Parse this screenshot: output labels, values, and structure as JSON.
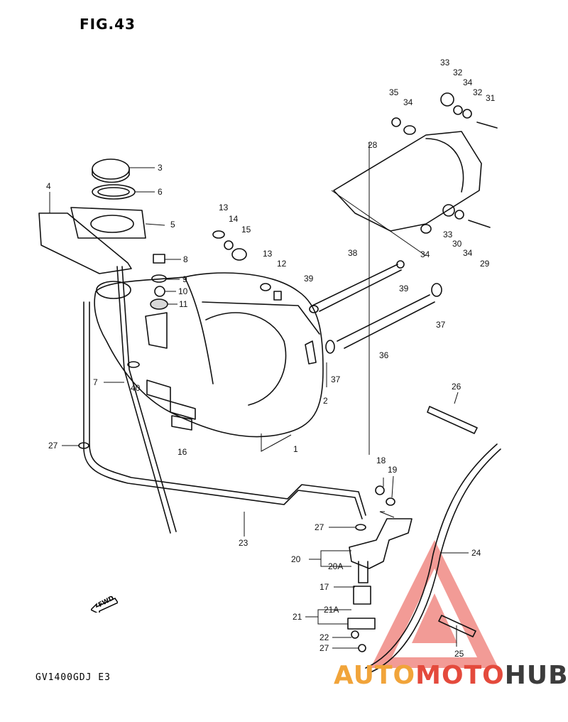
{
  "figure": {
    "title": "FIG.43",
    "model": "GV1400GDJ E3"
  },
  "callouts": [
    "1",
    "2",
    "3",
    "4",
    "5",
    "6",
    "7",
    "8",
    "9",
    "10",
    "11",
    "12",
    "13",
    "13",
    "14",
    "15",
    "16",
    "17",
    "18",
    "19",
    "20",
    "20A",
    "21",
    "21A",
    "22",
    "23",
    "24",
    "25",
    "26",
    "27",
    "27",
    "27",
    "28",
    "29",
    "30",
    "31",
    "32",
    "32",
    "33",
    "33",
    "34",
    "34",
    "34",
    "34",
    "35",
    "36",
    "37",
    "37",
    "38",
    "39",
    "39",
    "40"
  ],
  "fwd_label": "FWD",
  "watermark": {
    "part1": "AUTO",
    "part2": "MOTO",
    "part3": "HUB"
  },
  "colors": {
    "watermark_orange": "#f1a43a",
    "watermark_red": "#e44a3c",
    "watermark_dark": "#3c3c3c"
  }
}
